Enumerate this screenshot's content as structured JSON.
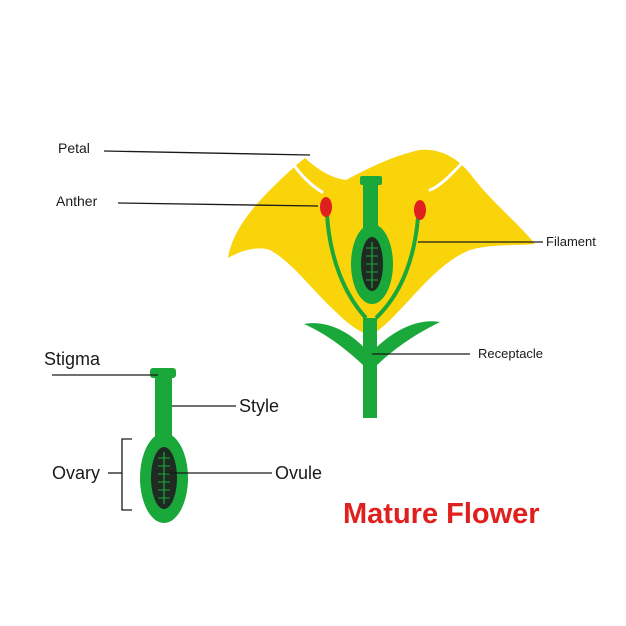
{
  "title": "Mature Flower",
  "colors": {
    "petal": "#fad40a",
    "green": "#1aa83a",
    "ovary_inner": "#1e2a22",
    "anther": "#e0201e",
    "title": "#e0201e",
    "line": "#1a1a1a"
  },
  "labels": {
    "petal": "Petal",
    "anther": "Anther",
    "filament": "Filament",
    "receptacle": "Receptacle",
    "stigma": "Stigma",
    "style": "Style",
    "ovary": "Ovary",
    "ovule": "Ovule"
  }
}
